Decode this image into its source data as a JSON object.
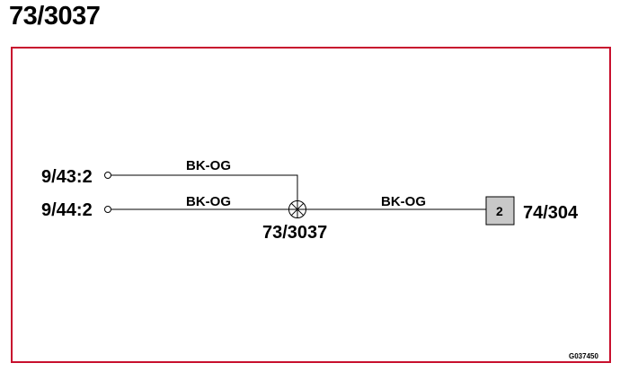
{
  "title": "73/3037",
  "colors": {
    "frame_border": "#c8102e",
    "component_fill": "#c8c8c8"
  },
  "diagram": {
    "sources": [
      {
        "label": "9/43:2",
        "wire_label": "BK-OG"
      },
      {
        "label": "9/44:2",
        "wire_label": "BK-OG"
      }
    ],
    "splice": {
      "label": "73/3037",
      "icon": "splice-icon"
    },
    "output_wire_label": "BK-OG",
    "component": {
      "pin": "2",
      "label": "74/304"
    },
    "reference_code": "G037450"
  }
}
